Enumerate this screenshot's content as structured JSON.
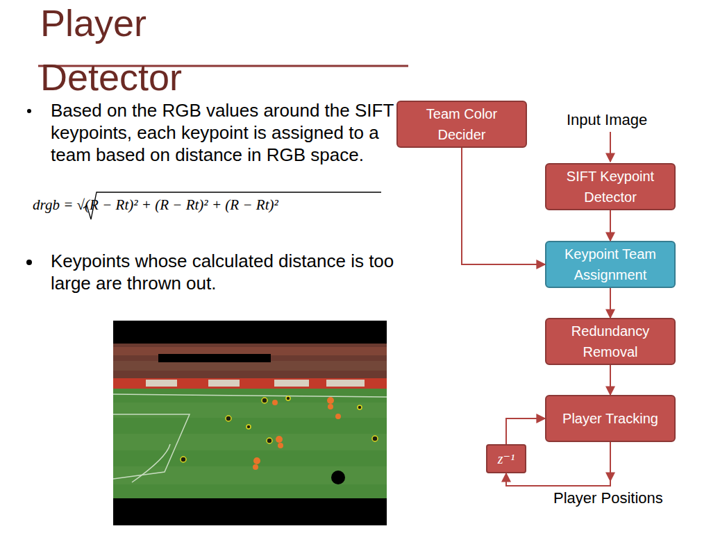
{
  "diagram": {
    "title": "Player Detector",
    "nodes": [
      {
        "text": [
          "Team Color Decider"
        ]
      },
      {
        "text": [
          "SIFT Keypoint Detector"
        ]
      },
      {
        "text": [
          "Keypoint Team Assignment"
        ]
      },
      {
        "text": [
          "Redundancy Removal"
        ]
      },
      {
        "text": [
          "Player Tracking"
        ]
      },
      {
        "text": [
          "z⁻¹"
        ]
      }
    ],
    "edges": [
      {
        "from": 0,
        "to": 2,
        "arrow": "to"
      },
      {
        "from": 1,
        "to": 2,
        "arrow": "to"
      },
      {
        "from": 2,
        "to": 3,
        "arrow": "to"
      },
      {
        "from": 3,
        "to": 4,
        "arrow": "to"
      },
      {
        "from": 4,
        "to": 5,
        "arrow": "to"
      },
      {
        "from": 5,
        "to": 4,
        "arrow": "to"
      }
    ],
    "labels": [
      "Based on the RGB values around the SIFT keypoints, each keypoint is assigned to a team based on distance in RGB space.",
      "drgb = √(R − Rt)² + (R − Rt)² + (R − Rt)²",
      "Keypoints whose calculated distance is too large are thrown out.",
      "Input Image",
      "Player Positions"
    ]
  }
}
